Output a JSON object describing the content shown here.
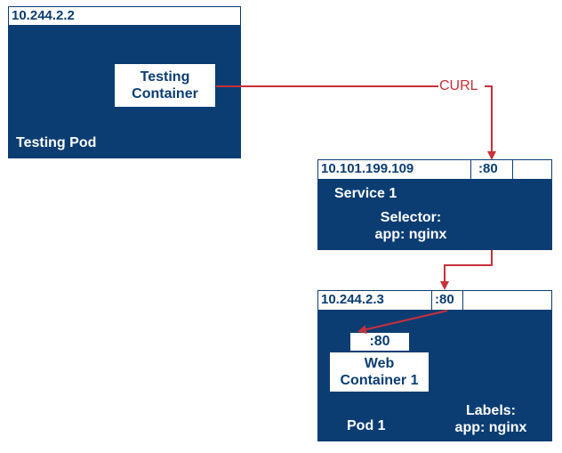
{
  "testing_pod": {
    "ip": "10.244.2.2",
    "name": "Testing Pod",
    "container_line1": "Testing",
    "container_line2": "Container"
  },
  "curl_label": "CURL",
  "service": {
    "ip": "10.101.199.109",
    "port": ":80",
    "name": "Service 1",
    "selector_line1": "Selector:",
    "selector_line2": "app: nginx"
  },
  "pod1": {
    "ip": "10.244.2.3",
    "port": ":80",
    "container_port": ":80",
    "container_line1": "Web",
    "container_line2": "Container 1",
    "name": "Pod 1",
    "labels_line1": "Labels:",
    "labels_line2": "app: nginx"
  },
  "colors": {
    "pod_fill": "#0b3d73",
    "arrow": "#c8303a",
    "label_text": "#0b3d73"
  }
}
